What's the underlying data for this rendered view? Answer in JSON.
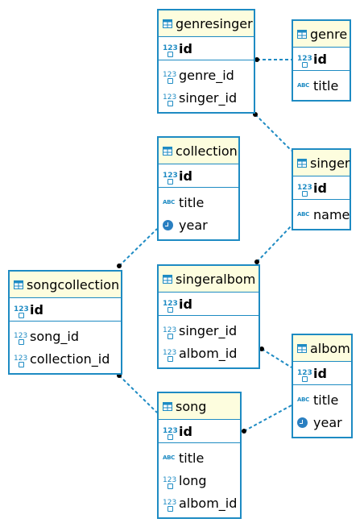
{
  "diagram": {
    "tables": [
      {
        "id": "genresinger",
        "name": "genresinger",
        "pk": [
          {
            "name": "id",
            "type": "123"
          }
        ],
        "cols": [
          {
            "name": "genre_id",
            "type": "123"
          },
          {
            "name": "singer_id",
            "type": "123"
          }
        ]
      },
      {
        "id": "genre",
        "name": "genre",
        "pk": [
          {
            "name": "id",
            "type": "123"
          }
        ],
        "cols": [
          {
            "name": "title",
            "type": "ABC"
          }
        ]
      },
      {
        "id": "collection",
        "name": "collection",
        "pk": [
          {
            "name": "id",
            "type": "123"
          }
        ],
        "cols": [
          {
            "name": "title",
            "type": "ABC"
          },
          {
            "name": "year",
            "type": "clock"
          }
        ]
      },
      {
        "id": "singer",
        "name": "singer",
        "pk": [
          {
            "name": "id",
            "type": "123"
          }
        ],
        "cols": [
          {
            "name": "name",
            "type": "ABC"
          }
        ]
      },
      {
        "id": "songcollection",
        "name": "songcollection",
        "pk": [
          {
            "name": "id",
            "type": "123"
          }
        ],
        "cols": [
          {
            "name": "song_id",
            "type": "123"
          },
          {
            "name": "collection_id",
            "type": "123"
          }
        ]
      },
      {
        "id": "singeralbom",
        "name": "singeralbom",
        "pk": [
          {
            "name": "id",
            "type": "123"
          }
        ],
        "cols": [
          {
            "name": "singer_id",
            "type": "123"
          },
          {
            "name": "albom_id",
            "type": "123"
          }
        ]
      },
      {
        "id": "albom",
        "name": "albom",
        "pk": [
          {
            "name": "id",
            "type": "123"
          }
        ],
        "cols": [
          {
            "name": "title",
            "type": "ABC"
          },
          {
            "name": "year",
            "type": "clock"
          }
        ]
      },
      {
        "id": "song",
        "name": "song",
        "pk": [
          {
            "name": "id",
            "type": "123"
          }
        ],
        "cols": [
          {
            "name": "title",
            "type": "ABC"
          },
          {
            "name": "long",
            "type": "123"
          },
          {
            "name": "albom_id",
            "type": "123"
          }
        ]
      }
    ],
    "relations": [
      {
        "from": "genresinger",
        "to": "genre"
      },
      {
        "from": "genresinger",
        "to": "singer"
      },
      {
        "from": "singeralbom",
        "to": "singer"
      },
      {
        "from": "singeralbom",
        "to": "albom"
      },
      {
        "from": "song",
        "to": "albom"
      },
      {
        "from": "songcollection",
        "to": "collection"
      },
      {
        "from": "songcollection",
        "to": "song"
      }
    ]
  },
  "colors": {
    "border": "#1e8bc3",
    "header": "#fdfdde",
    "link": "#1e8bc3",
    "dot": "#000000"
  }
}
